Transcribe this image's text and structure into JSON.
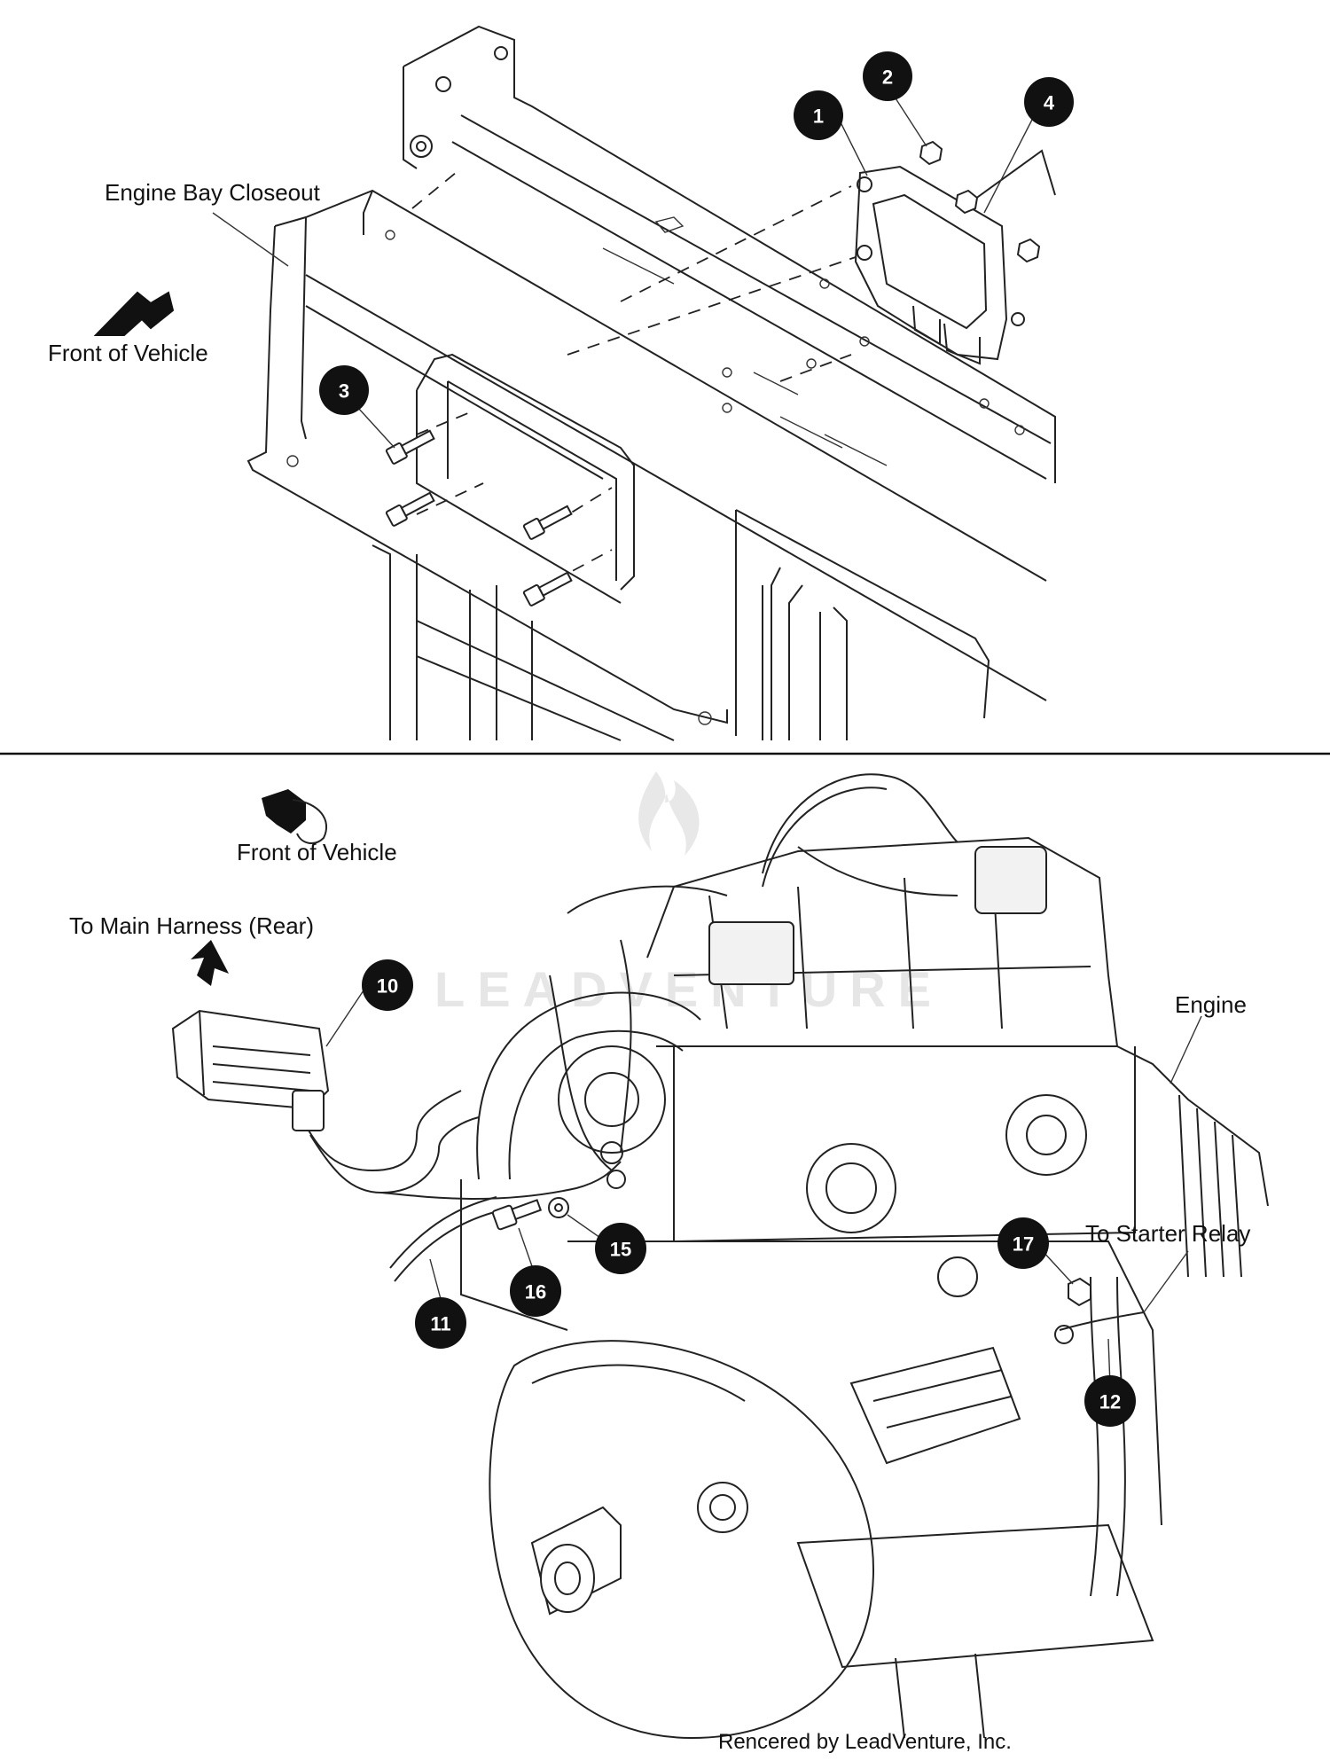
{
  "top_panel": {
    "labels": {
      "engine_bay_closeout": "Engine Bay Closeout",
      "front_of_vehicle": "Front of Vehicle"
    },
    "callouts": [
      "1",
      "2",
      "3",
      "4"
    ]
  },
  "bottom_panel": {
    "labels": {
      "front_of_vehicle": "Front of Vehicle",
      "to_main_harness": "To Main Harness (Rear)",
      "engine": "Engine",
      "to_starter_relay": "To Starter Relay"
    },
    "callouts": [
      "10",
      "11",
      "12",
      "15",
      "16",
      "17"
    ],
    "watermark": "LEADVENTURE"
  },
  "footer": {
    "credit": "Rencered by LeadVenture, Inc."
  },
  "colors": {
    "line": "#222222",
    "callout_fill": "#111111",
    "callout_text": "#ffffff",
    "watermark": "#e6e6e6"
  },
  "icons": [
    "front-direction-arrow-icon",
    "direction-arrow-icon",
    "leadventure-flame-logo"
  ]
}
